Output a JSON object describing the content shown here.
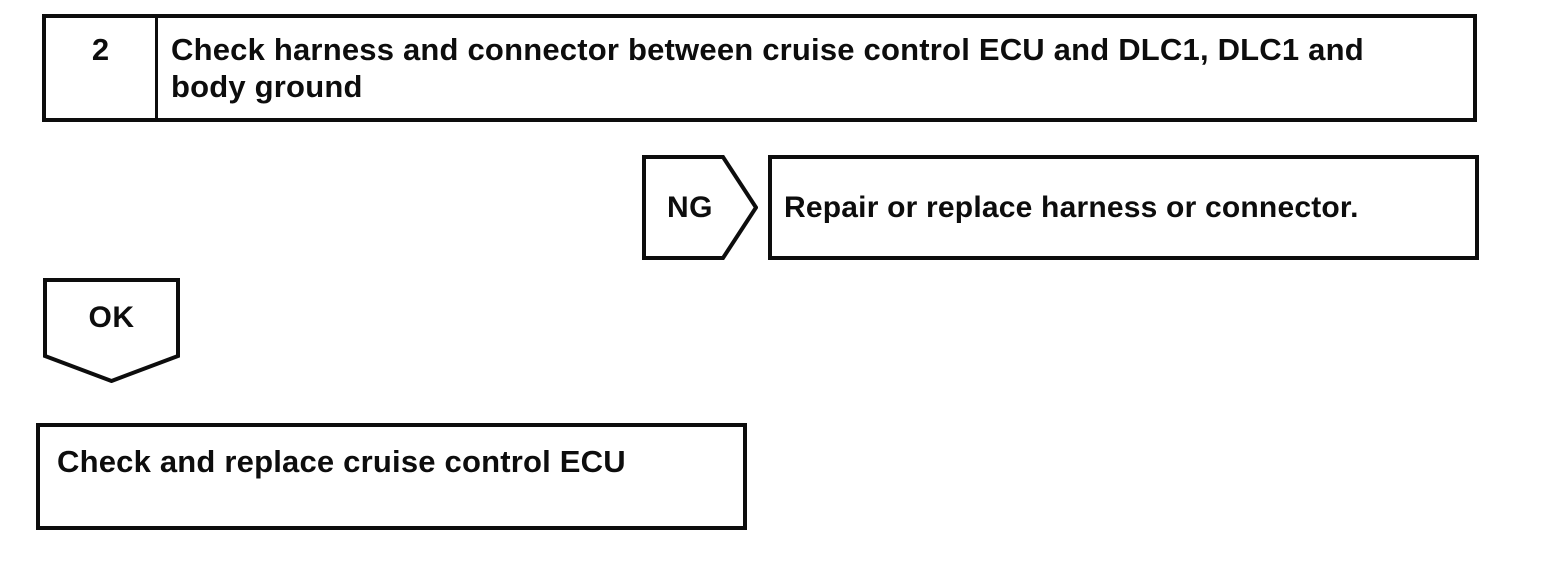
{
  "page": {
    "background": "#ffffff",
    "ink": "#0d0d0d"
  },
  "flowchart": {
    "step": {
      "number": "2",
      "description": "Check harness and connector between cruise control ECU and DLC1, DLC1 and\nbody ground"
    },
    "ng": {
      "label": "NG",
      "action": "Repair or replace harness or connector."
    },
    "ok": {
      "label": "OK",
      "action": "Check and replace cruise control ECU"
    }
  }
}
